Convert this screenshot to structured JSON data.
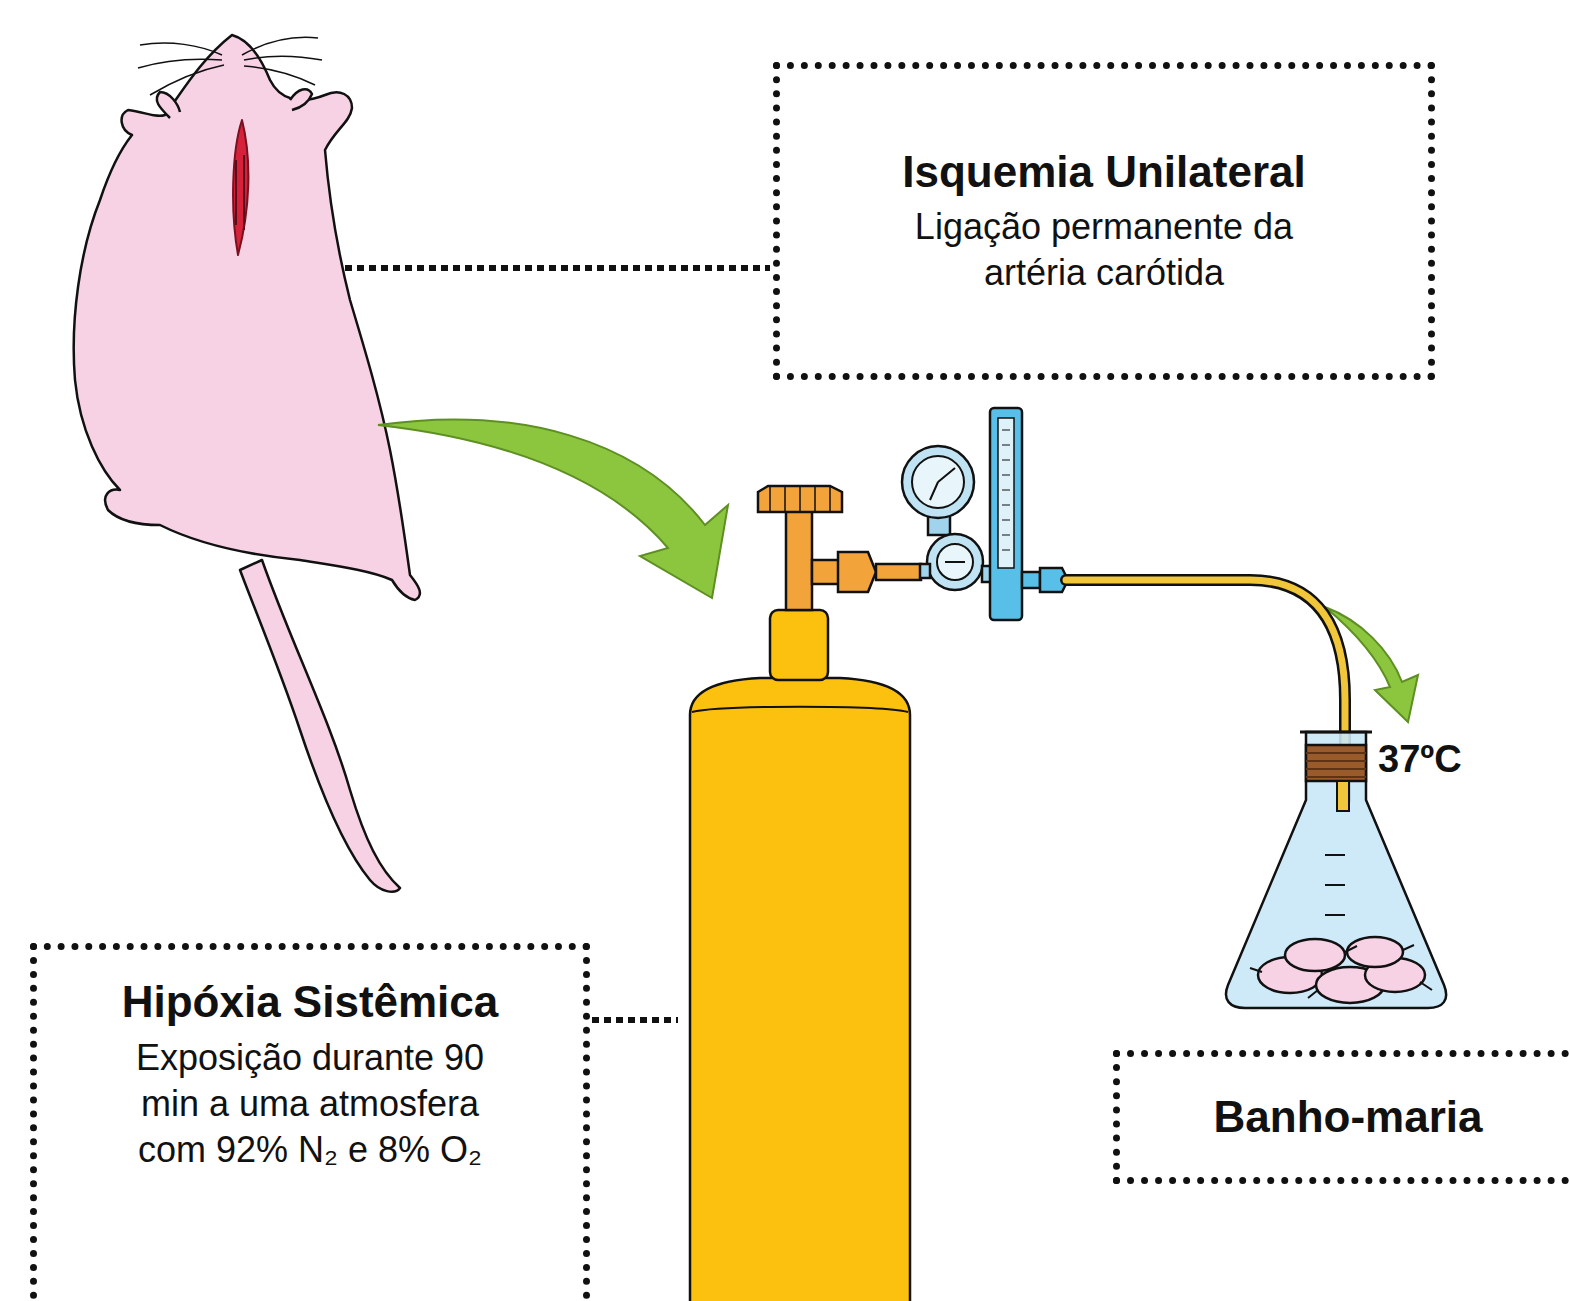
{
  "diagram": {
    "nodes": [
      {
        "text": [
          "Isquemia Unilateral",
          "Ligação permanente da artéria carótida"
        ]
      },
      {
        "text": [
          "Hipóxia Sistêmica",
          "Exposição durante 90 min a uma atmosfera com 92% N₂ e 8% O₂"
        ]
      },
      {
        "text": [
          "Banho-maria"
        ]
      }
    ],
    "labels": [
      "37ºC"
    ]
  }
}
